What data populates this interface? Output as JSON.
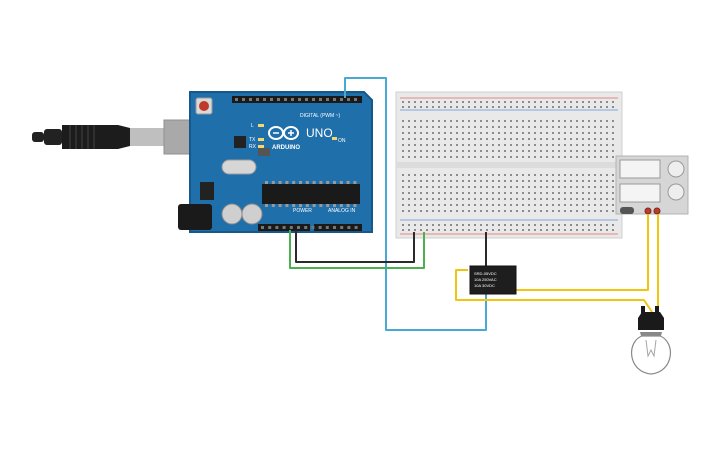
{
  "arduino": {
    "brand": "ARDUINO",
    "model": "UNO",
    "header_digital": "DIGITAL (PWM ~)",
    "header_power": "POWER",
    "header_analog": "ANALOG IN",
    "led_labels": [
      "L",
      "TX",
      "RX"
    ],
    "on_label": "ON"
  },
  "relay": {
    "line1": "SRD-05VDC",
    "line2": "10A 250VAC",
    "line3": "10A 30VDC"
  },
  "colors": {
    "board": "#1f6fab",
    "board_edge": "#16588a",
    "breadboard": "#e9e9e9",
    "wire_blue": "#49a9d6",
    "wire_black": "#2b2b2b",
    "wire_green": "#4caf50",
    "wire_yellow": "#f1c40f",
    "rail_red": "#e06666",
    "rail_blue": "#5b8fd6"
  },
  "icons": {
    "usb": "usb-cable-icon",
    "bulb": "light-bulb-icon",
    "relay": "relay-module-icon"
  }
}
